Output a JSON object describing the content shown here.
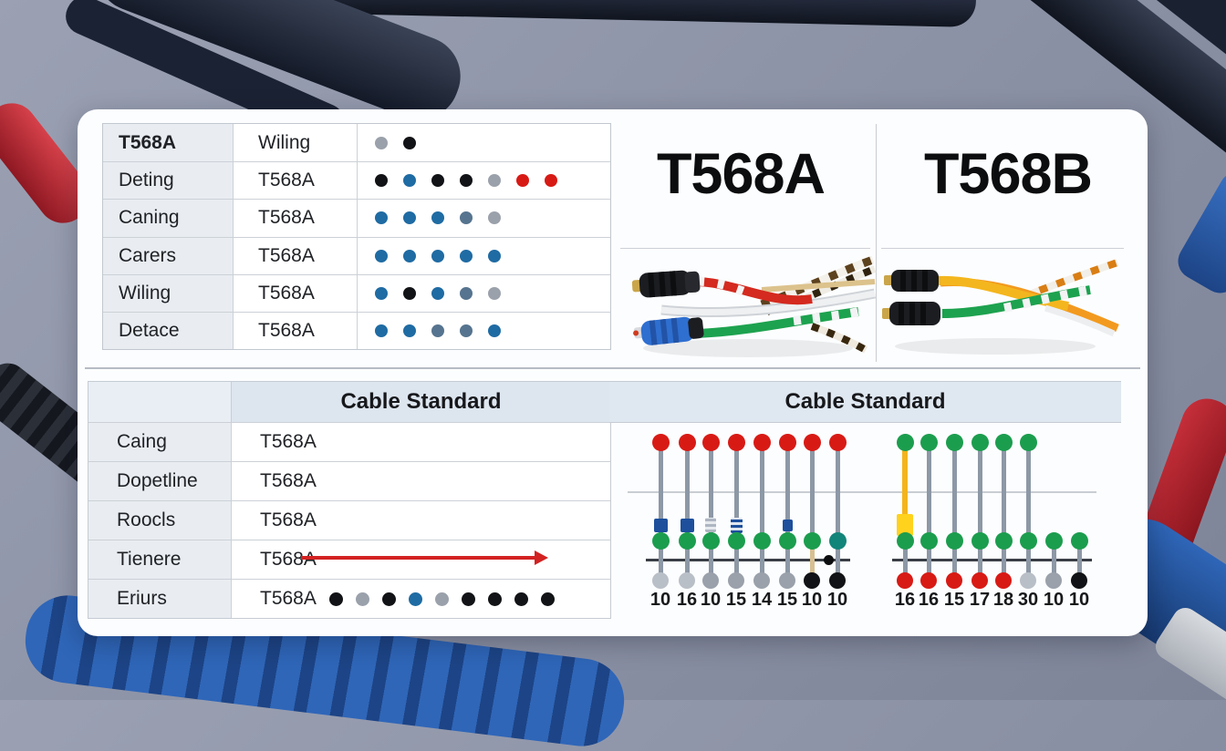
{
  "palette": {
    "dot_blue": "#1f6ba3",
    "dot_slate": "#56748f",
    "dot_gray": "#9aa1ab",
    "dot_lightgray": "#b9bfc7",
    "dot_black": "#121316",
    "dot_red": "#d81a15",
    "wire_red": "#e01f1f",
    "wire_green": "#1b9d4e",
    "wire_teal": "#12857a",
    "wire_yellow": "#f3b41c",
    "wire_tan": "#d7c092",
    "wire_gray": "#8d98a6",
    "marker_blue": "#1d4f9c",
    "marker_yellow": "#ffd21e",
    "line_dark": "#3a3f46",
    "arrow_red": "#d32222"
  },
  "top_table": {
    "rows": [
      {
        "col1": "T568A",
        "col2": "Wiling",
        "dots": [
          "gray",
          "black"
        ]
      },
      {
        "col1": "Deting",
        "col2": "T568A",
        "dots": [
          "black",
          "blue",
          "black",
          "black",
          "gray",
          "red",
          "red"
        ]
      },
      {
        "col1": "Caning",
        "col2": "T568A",
        "dots": [
          "blue",
          "blue",
          "blue",
          "slate",
          "gray"
        ]
      },
      {
        "col1": "Carers",
        "col2": "T568A",
        "dots": [
          "blue",
          "blue",
          "blue",
          "blue",
          "blue"
        ]
      },
      {
        "col1": "Wiling",
        "col2": "T568A",
        "dots": [
          "blue",
          "black",
          "blue",
          "slate",
          "gray"
        ]
      },
      {
        "col1": "Detace",
        "col2": "T568A",
        "dots": [
          "blue",
          "blue",
          "slate",
          "slate",
          "blue"
        ]
      }
    ]
  },
  "standards": {
    "left": "T568A",
    "right": "T568B"
  },
  "bottom_table": {
    "header": "Cable Standard",
    "rows": [
      {
        "label": "Caing",
        "value": "T568A"
      },
      {
        "label": "Dopetline",
        "value": "T568A"
      },
      {
        "label": "Roocls",
        "value": "T568A"
      },
      {
        "label": "Tienere",
        "value": "T568A",
        "arrow": true
      },
      {
        "label": "Eriurs",
        "value": "T568A",
        "dots": [
          "black",
          "gray",
          "black",
          "blue",
          "gray",
          "black",
          "black",
          "black",
          "black"
        ]
      }
    ]
  },
  "wire_panel": {
    "header": "Cable Standard",
    "left_group": {
      "labels": [
        "10",
        "16",
        "10",
        "15",
        "14",
        "15",
        "10",
        "10"
      ],
      "top_dots": [
        "red",
        "red",
        "red",
        "red",
        "red",
        "red",
        "red",
        "red"
      ],
      "mid_dots": [
        "green",
        "green",
        "green",
        "green",
        "green",
        "green",
        "green",
        "teal"
      ],
      "bottom_dots": [
        "lightgray",
        "lightgray",
        "gray",
        "gray",
        "gray",
        "gray",
        "black",
        "black"
      ],
      "markers": [
        "square",
        "square",
        "hatch_light",
        "hatch_blue",
        "none",
        "square_small",
        "none",
        "none"
      ],
      "tails": [
        "",
        "",
        "",
        "",
        "",
        "",
        "tan",
        ""
      ]
    },
    "right_group": {
      "labels": [
        "16",
        "16",
        "15",
        "17",
        "18",
        "30",
        "10",
        "10"
      ],
      "top_dots": [
        "green",
        "green",
        "green",
        "green",
        "green",
        "green",
        "",
        ""
      ],
      "mid_dots": [
        "green",
        "green",
        "green",
        "green",
        "green",
        "green",
        "green",
        "green"
      ],
      "bottom_dots": [
        "red",
        "red",
        "red",
        "red",
        "red",
        "lightgray",
        "gray",
        "black"
      ],
      "markers": [
        "square_yellow",
        "none",
        "none",
        "none",
        "none",
        "none",
        "none",
        "none"
      ],
      "wire_colors": [
        "yellow",
        "",
        "",
        "",
        "",
        "",
        "",
        ""
      ]
    }
  }
}
